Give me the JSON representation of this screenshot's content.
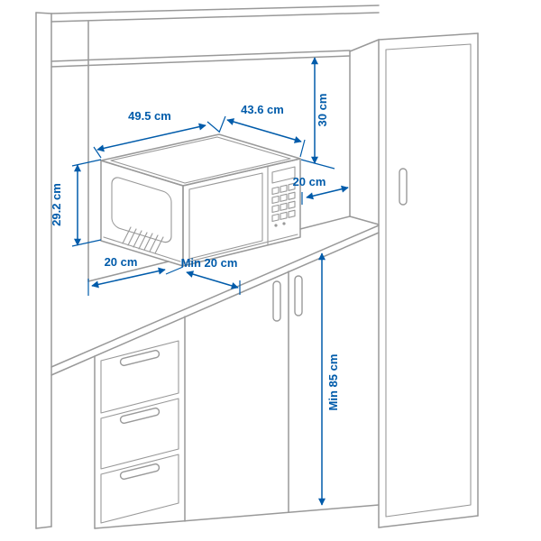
{
  "diagram": {
    "colors": {
      "dimension_accent": "#005baa",
      "linework": "#999999",
      "background": "#ffffff"
    },
    "dimensions": {
      "microwave_width": "49.5 cm",
      "microwave_depth": "43.6 cm",
      "microwave_height": "29.2 cm",
      "clearance_above": "30 cm",
      "clearance_left": "20 cm",
      "clearance_front": "Min 20 cm",
      "clearance_right": "20 cm",
      "worktop_height": "Min 85 cm"
    }
  }
}
